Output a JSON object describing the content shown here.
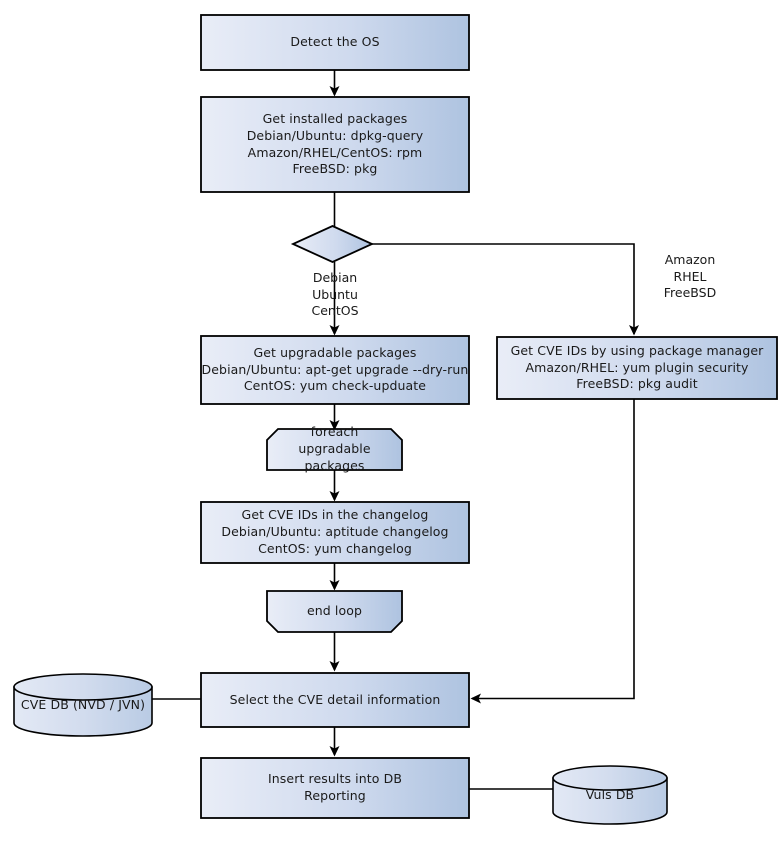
{
  "diagram": {
    "title": "Vuls vulnerability scan flowchart",
    "background_color": "#ffffff",
    "node_fill_left": "#e6ebf6",
    "node_fill_right": "#aec3e0",
    "node_stroke": "#000000",
    "text_color": "#1a1a1a",
    "connector_color": "#000000"
  },
  "nodes": {
    "detect_os": {
      "id": "detect-the-os",
      "shape": "process",
      "label": "Detect the OS"
    },
    "get_installed_packages": {
      "id": "get-installed-packages",
      "shape": "process",
      "label": "Get installed packages\nDebian/Ubuntu: dpkg-query\nAmazon/RHEL/CentOS: rpm\nFreeBSD: pkg"
    },
    "os_decision": {
      "id": "os-decision",
      "shape": "diamond",
      "label": ""
    },
    "get_upgradable_packages": {
      "id": "get-upgradable-packages",
      "shape": "process",
      "label": "Get upgradable packages\nDebian/Ubuntu: apt-get upgrade --dry-run\nCentOS: yum check-upduate"
    },
    "get_cve_ids_pkg_manager": {
      "id": "get-cve-ids-by-package-manager",
      "shape": "process",
      "label": "Get CVE IDs by using package manager\nAmazon/RHEL: yum plugin security\nFreeBSD: pkg audit"
    },
    "foreach_loop_start": {
      "id": "foreach-upgradable-packages",
      "shape": "loop-start",
      "label": "foreach\nupgradable  packages"
    },
    "get_cve_ids_changelog": {
      "id": "get-cve-ids-in-changelog",
      "shape": "process",
      "label": "Get CVE IDs in the changelog\nDebian/Ubuntu: aptitude changelog\nCentOS: yum changelog"
    },
    "end_loop": {
      "id": "end-loop",
      "shape": "loop-end",
      "label": "end loop"
    },
    "select_cve_detail": {
      "id": "select-the-cve-detail-information",
      "shape": "process",
      "label": "Select the CVE detail information"
    },
    "cve_db": {
      "id": "cve-db",
      "shape": "database",
      "label": "CVE DB (NVD / JVN)"
    },
    "insert_results": {
      "id": "insert-results-into-db",
      "shape": "process",
      "label": "Insert results into DB\nReporting"
    },
    "vuls_db": {
      "id": "vuls-db",
      "shape": "database",
      "label": "Vuls DB"
    }
  },
  "edge_labels": {
    "left_branch": "Debian\nUbuntu\nCentOS",
    "right_branch": "Amazon\nRHEL\nFreeBSD"
  },
  "edges": [
    {
      "from": "detect_os",
      "to": "get_installed_packages",
      "arrow": true,
      "label": ""
    },
    {
      "from": "get_installed_packages",
      "to": "os_decision",
      "arrow": false,
      "label": ""
    },
    {
      "from": "os_decision",
      "to": "get_upgradable_packages",
      "arrow": true,
      "label": "Debian\nUbuntu\nCentOS"
    },
    {
      "from": "os_decision",
      "to": "get_cve_ids_pkg_manager",
      "arrow": true,
      "label": "Amazon\nRHEL\nFreeBSD"
    },
    {
      "from": "get_upgradable_packages",
      "to": "foreach_loop_start",
      "arrow": true,
      "label": ""
    },
    {
      "from": "foreach_loop_start",
      "to": "get_cve_ids_changelog",
      "arrow": true,
      "label": ""
    },
    {
      "from": "get_cve_ids_changelog",
      "to": "end_loop",
      "arrow": true,
      "label": ""
    },
    {
      "from": "end_loop",
      "to": "select_cve_detail",
      "arrow": true,
      "label": ""
    },
    {
      "from": "cve_db",
      "to": "select_cve_detail",
      "arrow": false,
      "label": ""
    },
    {
      "from": "get_cve_ids_pkg_manager",
      "to": "select_cve_detail",
      "arrow": true,
      "label": ""
    },
    {
      "from": "select_cve_detail",
      "to": "insert_results",
      "arrow": true,
      "label": ""
    },
    {
      "from": "insert_results",
      "to": "vuls_db",
      "arrow": false,
      "label": ""
    }
  ]
}
